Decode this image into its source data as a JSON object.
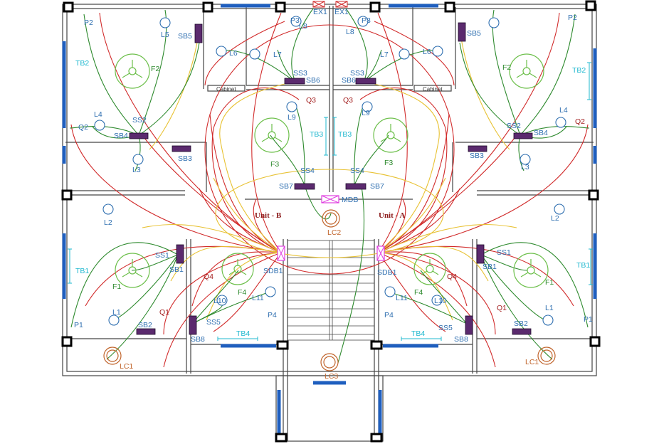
{
  "drawing": {
    "units": [
      "Unit - B",
      "Unit - A"
    ],
    "distribution_board": "MDB",
    "stair_light": "LC3",
    "corridor_light": "LC2",
    "exhausts": [
      "EX1",
      "EX1"
    ],
    "cabinet_label": "Cabinet"
  },
  "unit_b": {
    "labels": [
      "P2",
      "L5",
      "SB5",
      "L6",
      "L7",
      "P3",
      "L8",
      "SS3",
      "SB6",
      "TB2",
      "F2",
      "Cabinet",
      "L9",
      "Q3",
      "L4",
      "Q2",
      "SS2",
      "SB4",
      "SB3",
      "L3",
      "TB3",
      "F3",
      "SS4",
      "SB7",
      "L2",
      "SS1",
      "SB1",
      "TB1",
      "F1",
      "Q4",
      "F4",
      "SDB1",
      "L10",
      "L11",
      "P4",
      "Q1",
      "L1",
      "P1",
      "SB2",
      "SS5",
      "SB8",
      "TB4",
      "LC1"
    ]
  },
  "unit_a": {
    "labels": [
      "P2",
      "SB5",
      "L6",
      "L7",
      "P3",
      "L8",
      "SS3",
      "SB6",
      "F2",
      "TB2",
      "Cabinet",
      "Q3",
      "L9",
      "L4",
      "Q2",
      "SS2",
      "SB4",
      "SB3",
      "L3",
      "TB3",
      "F3",
      "SS4",
      "SB7",
      "L2",
      "SS1",
      "SB1",
      "TB1",
      "F1",
      "Q4",
      "F4",
      "SDB1",
      "L11",
      "L10",
      "P4",
      "Q1",
      "L1",
      "P1",
      "SB2",
      "SS5",
      "SB8",
      "TB4",
      "LC1"
    ]
  },
  "colors": {
    "wire_power": "#d12b2b",
    "wire_switch": "#e8c234",
    "wire_light": "#2e8a2e",
    "fan": "#6cbf4a",
    "lamp": "#2f6fb0",
    "board": "#5b2a6e",
    "window": "#1f5fbf"
  }
}
